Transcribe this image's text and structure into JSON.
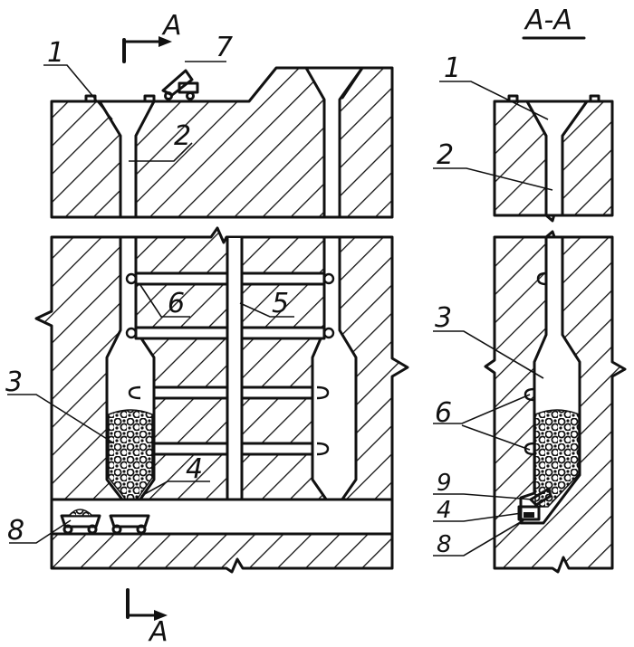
{
  "section_marks": {
    "top": "A",
    "bottom": "A",
    "side_title": "A-A"
  },
  "labels_main": {
    "l1": "1",
    "l2": "2",
    "l3": "3",
    "l4": "4",
    "l5": "5",
    "l6": "6",
    "l7": "7",
    "l8": "8"
  },
  "labels_side": {
    "l1": "1",
    "l2": "2",
    "l3": "3",
    "l6": "6",
    "l9": "9",
    "l4": "4",
    "l8": "8"
  },
  "colors": {
    "ink": "#111111",
    "paper": "#ffffff"
  }
}
